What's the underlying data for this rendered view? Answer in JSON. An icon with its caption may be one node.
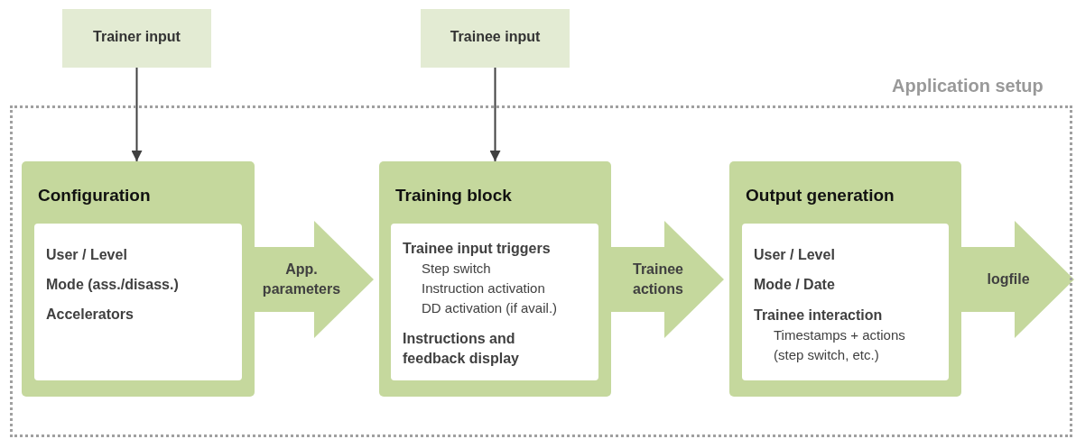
{
  "diagram": {
    "nodes": [
      {
        "text": [
          "Trainer input"
        ]
      },
      {
        "text": [
          "Trainee input"
        ]
      },
      {
        "text": [
          "Application setup"
        ]
      },
      {
        "text": [
          "Configuration"
        ],
        "in": 2
      },
      {
        "text": [
          "User / Level",
          "Mode (ass./disass.)",
          "Accelerators"
        ],
        "in": 3
      },
      {
        "text": [
          "Training block"
        ],
        "in": 2
      },
      {
        "text": [
          "Trainee input triggers",
          "Step switch",
          "Instruction activation",
          "DD activation (if avail.)",
          "Instructions and feedback display"
        ],
        "in": 5
      },
      {
        "text": [
          "Output generation"
        ],
        "in": 2
      },
      {
        "text": [
          "User / Level",
          "Mode / Date",
          "Trainee interaction",
          "Timestamps + actions (step switch, etc.)"
        ],
        "in": 7
      }
    ],
    "edges": [
      {
        "from": 0,
        "to": 3,
        "arrow": "to"
      },
      {
        "from": 1,
        "to": 5,
        "arrow": "to"
      },
      {
        "from": 3,
        "to": 5,
        "arrow": "to",
        "label": "App. parameters",
        "style": "thick",
        "color": "#c5d89d"
      },
      {
        "from": 5,
        "to": 7,
        "arrow": "to",
        "label": "Trainee actions",
        "style": "thick",
        "color": "#c5d89d"
      },
      {
        "from": 7,
        "to": null,
        "arrow": "to",
        "label": "logfile",
        "style": "thick",
        "color": "#c5d89d"
      }
    ]
  }
}
